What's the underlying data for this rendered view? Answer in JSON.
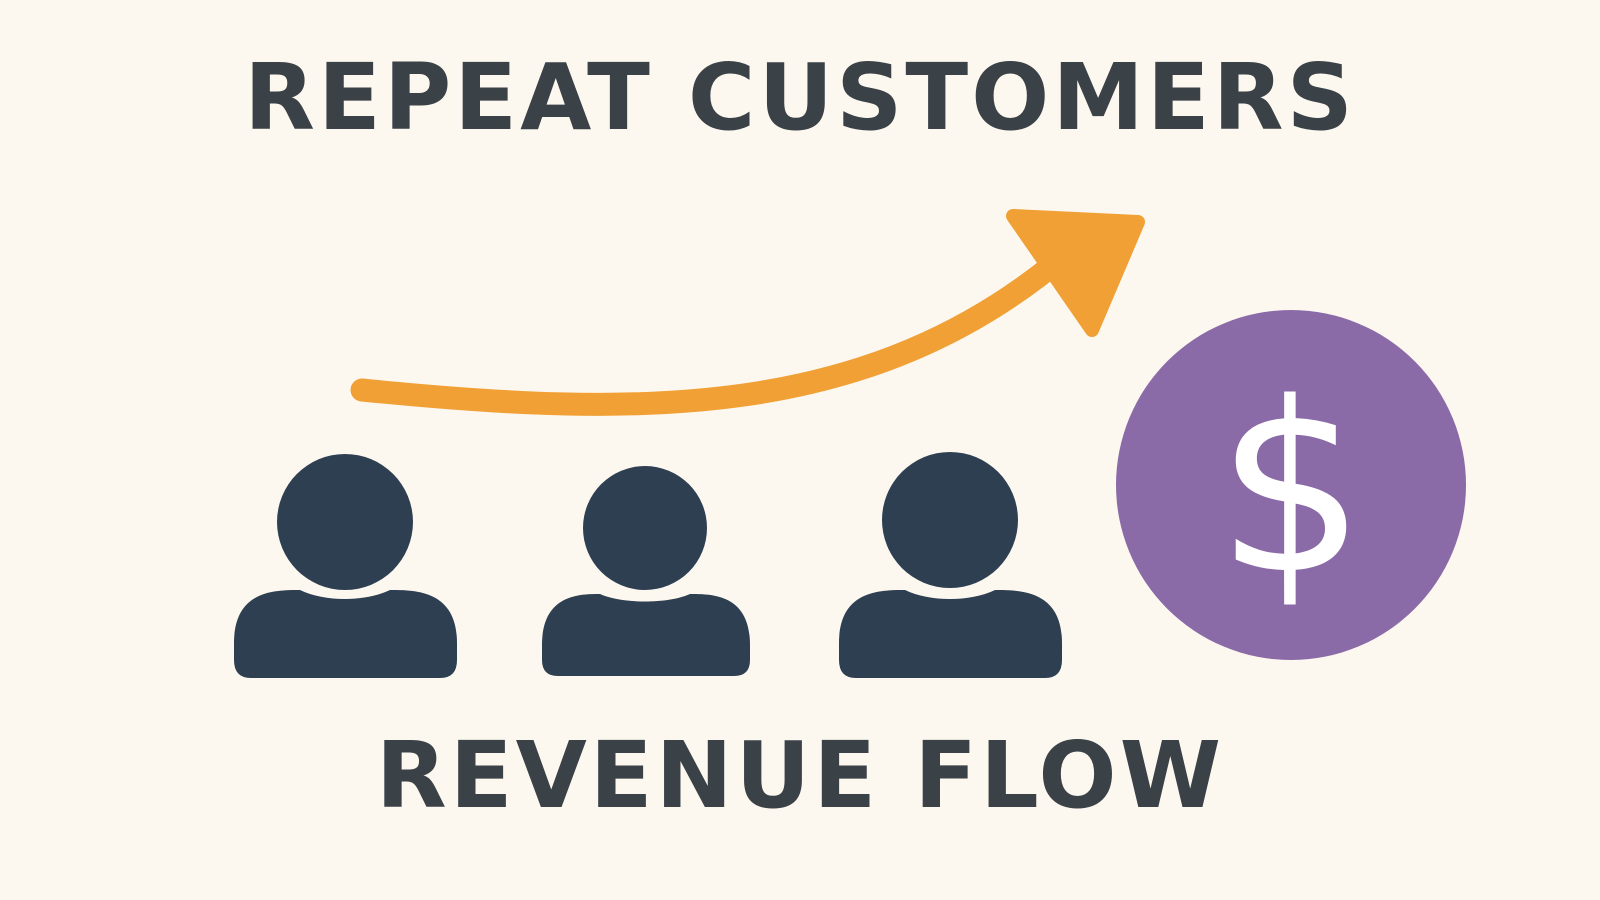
{
  "title_top": "REPEAT CUSTOMERS",
  "title_bottom": "REVENUE FLOW",
  "customers": {
    "count": 3,
    "icon": "person-icon"
  },
  "growth_arrow": {
    "icon": "trend-up-arrow-icon"
  },
  "revenue_coin": {
    "icon": "dollar-coin-icon",
    "symbol": "$"
  },
  "colors": {
    "background": "#fdf8ef",
    "text": "#3a4147",
    "person": "#2e3f52",
    "arrow": "#f0a035",
    "coin": "#8b6aa8",
    "coin_symbol": "#ffffff"
  }
}
